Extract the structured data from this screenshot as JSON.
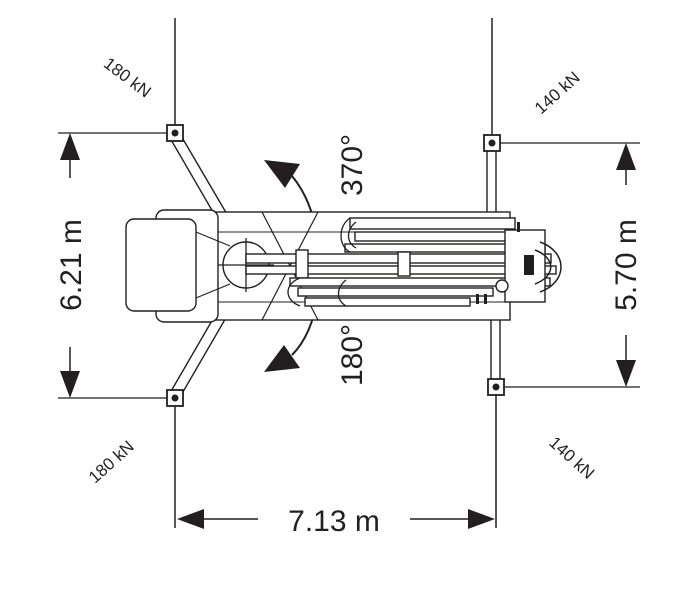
{
  "dimensions": {
    "width_left": "6.21 m",
    "width_right": "5.70 m",
    "length": "7.13 m"
  },
  "slew_angles": {
    "upper": "370°",
    "lower": "180°"
  },
  "outrigger_loads": {
    "front_left": "180 kN",
    "rear_left": "180 kN",
    "front_right": "140 kN",
    "rear_right": "140 kN"
  },
  "colors": {
    "line": "#231f20",
    "background": "#ffffff"
  }
}
